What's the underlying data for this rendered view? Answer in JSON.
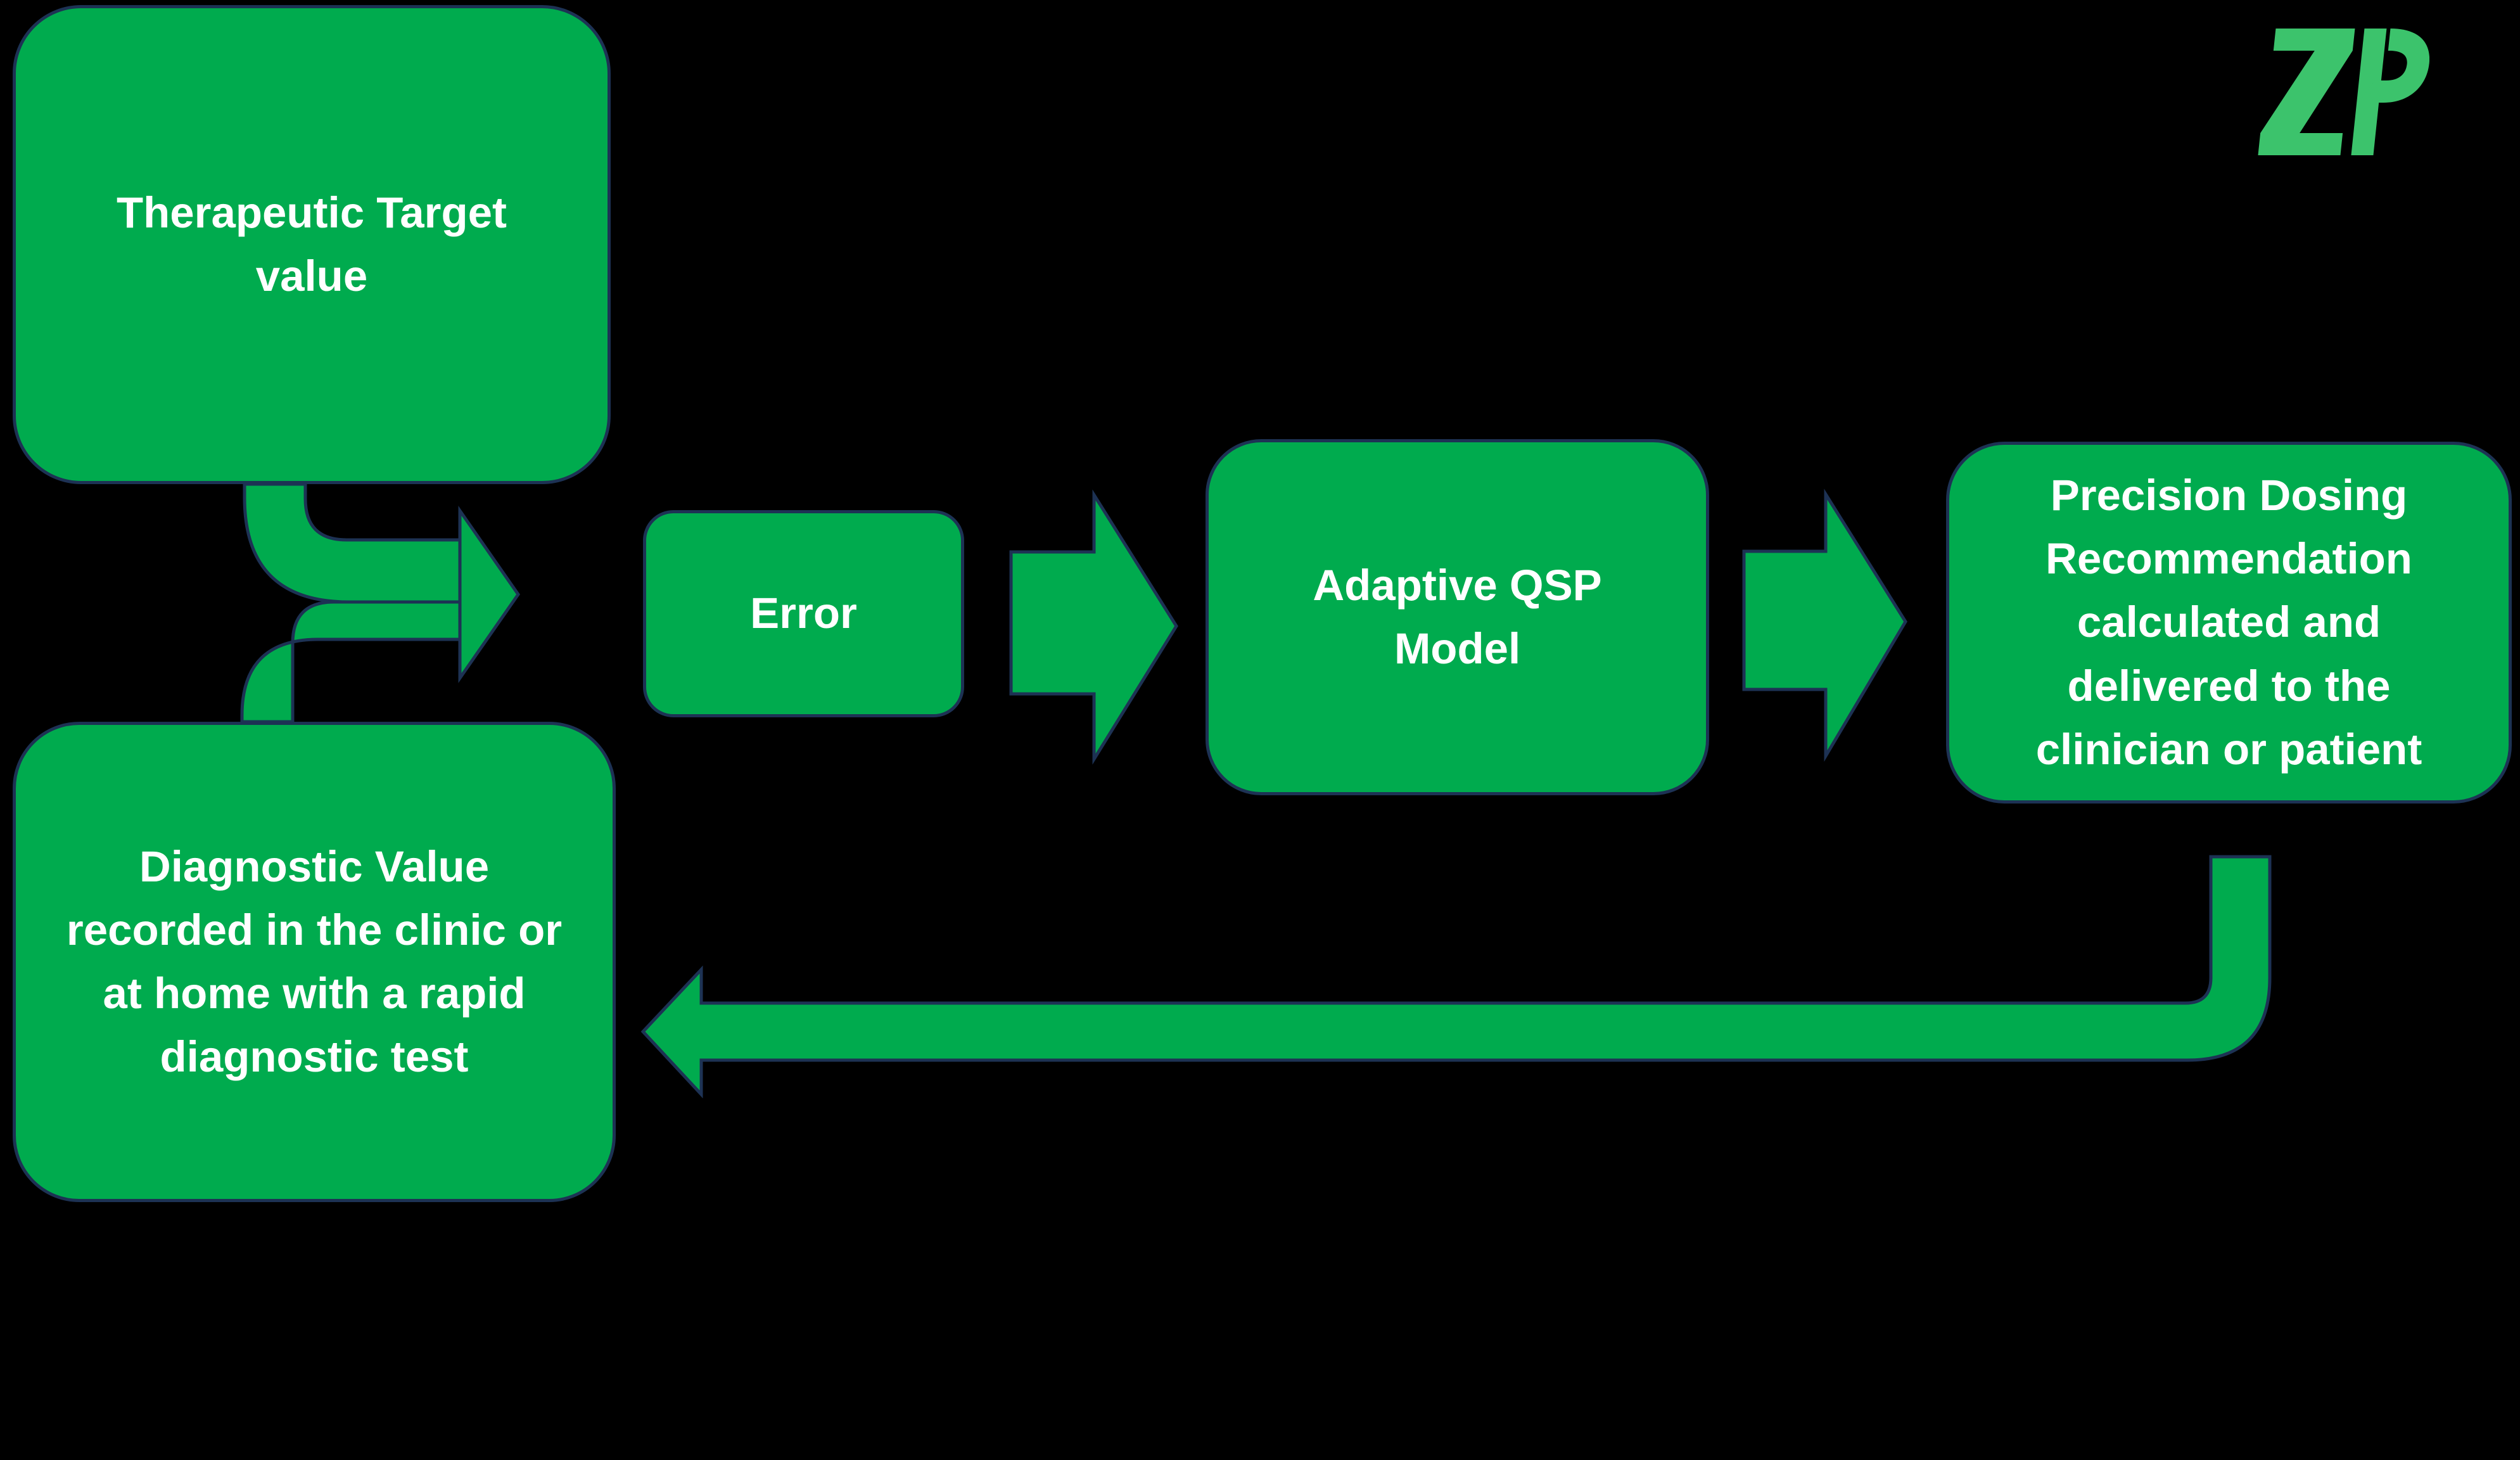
{
  "background": "#000000",
  "colors": {
    "node-fill": "#00AB4E",
    "node-border": "#1D3254",
    "text-color": "#FFFFFF",
    "logo-green": "#3CC36C"
  },
  "logo": {
    "text": "ZP"
  },
  "nodes": {
    "therapeutic_target": {
      "label": "Therapeutic Target\nvalue"
    },
    "diagnostic_value": {
      "label": "Diagnostic Value\nrecorded in the clinic or\nat home with a rapid\ndiagnostic test"
    },
    "error": {
      "label": "Error"
    },
    "adaptive_qsp": {
      "label": "Adaptive QSP\nModel"
    },
    "precision_dosing": {
      "label": "Precision Dosing\nRecommendation\ncalculated and\ndelivered to the\nclinician or patient"
    }
  },
  "flow": {
    "merge_arrow": "therapeutic_target + diagnostic_value -> error",
    "arrow_1": "error -> adaptive_qsp",
    "arrow_2": "adaptive_qsp -> precision_dosing",
    "feedback_arrow": "precision_dosing -> diagnostic_value"
  }
}
